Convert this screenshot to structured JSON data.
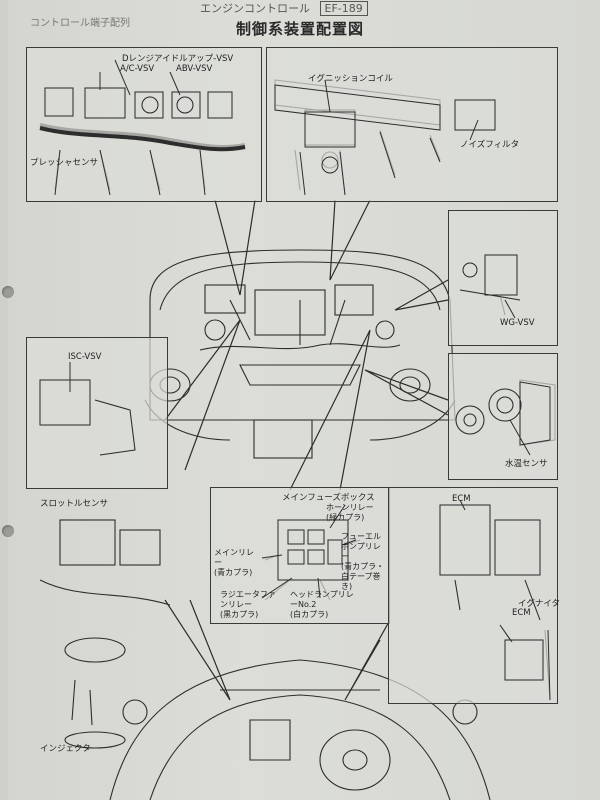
{
  "header": {
    "fragment": "エンジンコントロール",
    "code": "EF-189",
    "left_fragment": "コントロール端子配列"
  },
  "title": "制御系装置配置図",
  "labels": {
    "d_range_vsv": "Dレンジアイドルアップ-VSV",
    "ac_vsv": "A/C-VSV",
    "abv_vsv": "ABV-VSV",
    "pressure_sensor": "プレッシャセンサ",
    "ignition_coil": "イグニッションコイル",
    "noise_filter": "ノイズフィルタ",
    "wg_vsv": "WG-VSV",
    "isc_vsv": "ISC-VSV",
    "water_temp_sensor": "水温センサ",
    "throttle_sensor": "スロットルセンサ",
    "main_fuse_box": "メインフューズボックス",
    "horn_relay": "ホーンリレー",
    "horn_relay_color": "(緑カプラ)",
    "fuel_pump_relay": "フューエルポンプリレー",
    "fuel_pump_relay_color": "(青カプラ・白テープ巻き)",
    "main_relay": "メインリレー",
    "main_relay_color": "(青カプラ)",
    "radiator_fan_relay": "ラジエータファンリレー",
    "radiator_fan_relay_color": "(黒カプラ)",
    "headlamp_relay": "ヘッドランプリレーNo.2",
    "headlamp_relay_color": "(白カプラ)",
    "ecm_top": "ECM",
    "igniter": "イグナイタ",
    "ecm_bottom": "ECM",
    "injector": "インジェクタ"
  }
}
